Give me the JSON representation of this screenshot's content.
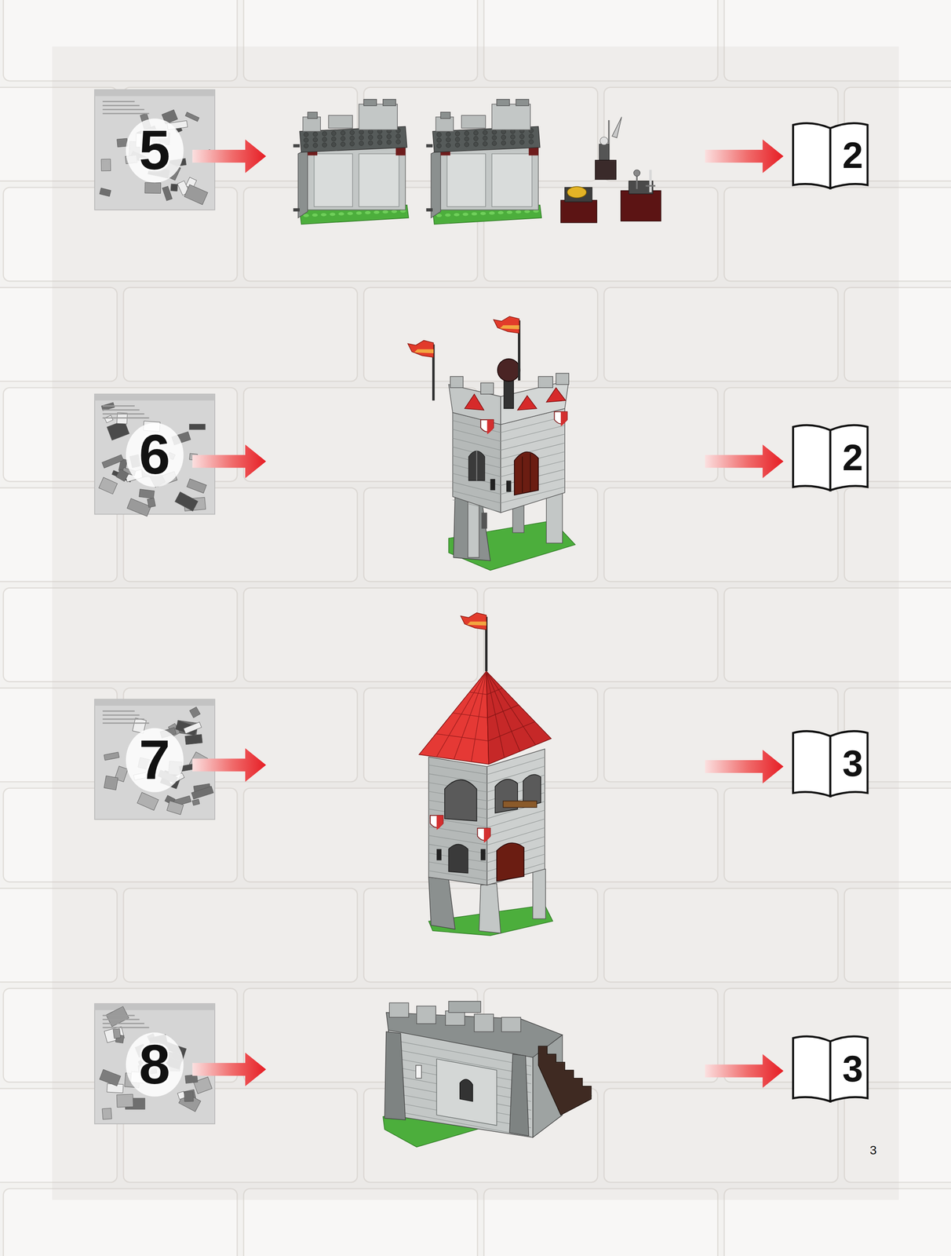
{
  "diagram": {
    "nodes": [
      {
        "text": [
          "5"
        ]
      },
      {
        "text": [
          "2"
        ]
      },
      {
        "text": [
          "6"
        ]
      },
      {
        "text": [
          "2"
        ]
      },
      {
        "text": [
          "7"
        ]
      },
      {
        "text": [
          "3"
        ]
      },
      {
        "text": [
          "8"
        ]
      },
      {
        "text": [
          "3"
        ]
      }
    ],
    "labels": [
      "3"
    ]
  }
}
